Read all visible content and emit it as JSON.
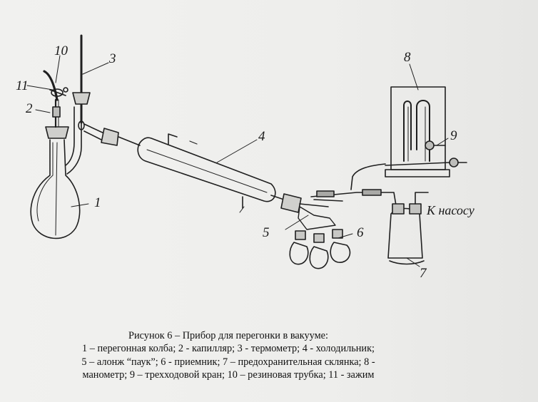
{
  "diagram": {
    "labels": {
      "l1": "1",
      "l2": "2",
      "l3": "3",
      "l4": "4",
      "l5": "5",
      "l6": "6",
      "l7": "7",
      "l8": "8",
      "l9": "9",
      "l10": "10",
      "l11": "11"
    },
    "pump_label": "К насосу"
  },
  "caption": {
    "title": "Рисунок 6 – Прибор для перегонки в вакууме:",
    "line1": "1 – перегонная колба; 2 - капилляр; 3 - термометр; 4 - холодильник;",
    "line2": "5 – алонж “паук”; 6 - приемник; 7 – предохранительная склянка; 8 -",
    "line3": "манометр; 9 – трехходовой кран; 10 – резиновая трубка; 11 - зажим"
  }
}
